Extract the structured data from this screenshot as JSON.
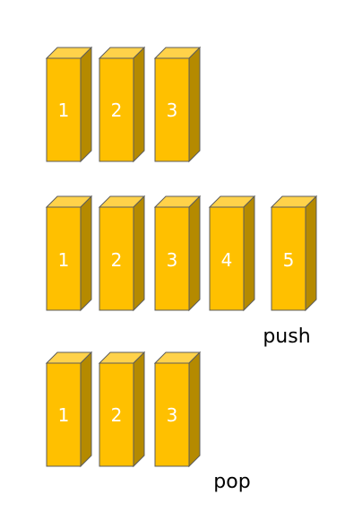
{
  "colors": {
    "front": "#FFC000",
    "top": "#FFD24A",
    "side": "#B58A00",
    "outline": "#5C5C5C"
  },
  "rows": [
    {
      "name": "initial-stack",
      "boxes": [
        "1",
        "2",
        "3"
      ],
      "operation": ""
    },
    {
      "name": "push-stack",
      "boxes": [
        "1",
        "2",
        "3",
        "4",
        "5"
      ],
      "operation": "push"
    },
    {
      "name": "pop-stack",
      "boxes": [
        "1",
        "2",
        "3"
      ],
      "operation": "pop"
    }
  ]
}
